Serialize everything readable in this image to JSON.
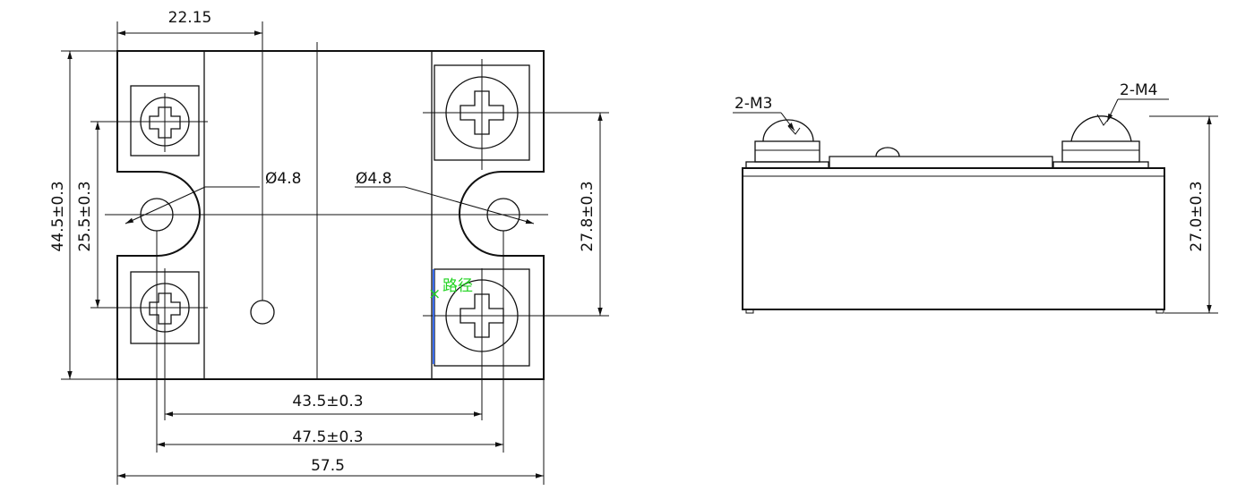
{
  "front_view": {
    "dimensions": {
      "top_offset": "22.15",
      "overall_height": "44.5±0.3",
      "small_screw_spacing": "25.5±0.3",
      "large_screw_spacing": "27.8±0.3",
      "left_hole_diameter": "Ø4.8",
      "right_hole_diameter": "Ø4.8",
      "screw_center_distance": "43.5±0.3",
      "mount_hole_distance": "47.5±0.3",
      "overall_width": "57.5"
    },
    "annotation": {
      "label": "路径",
      "color": "#21d321",
      "marker_color": "#3a6cf0"
    }
  },
  "side_view": {
    "dimensions": {
      "height": "27.0±0.3"
    },
    "screw_labels": {
      "small": "2-M3",
      "large": "2-M4"
    }
  }
}
